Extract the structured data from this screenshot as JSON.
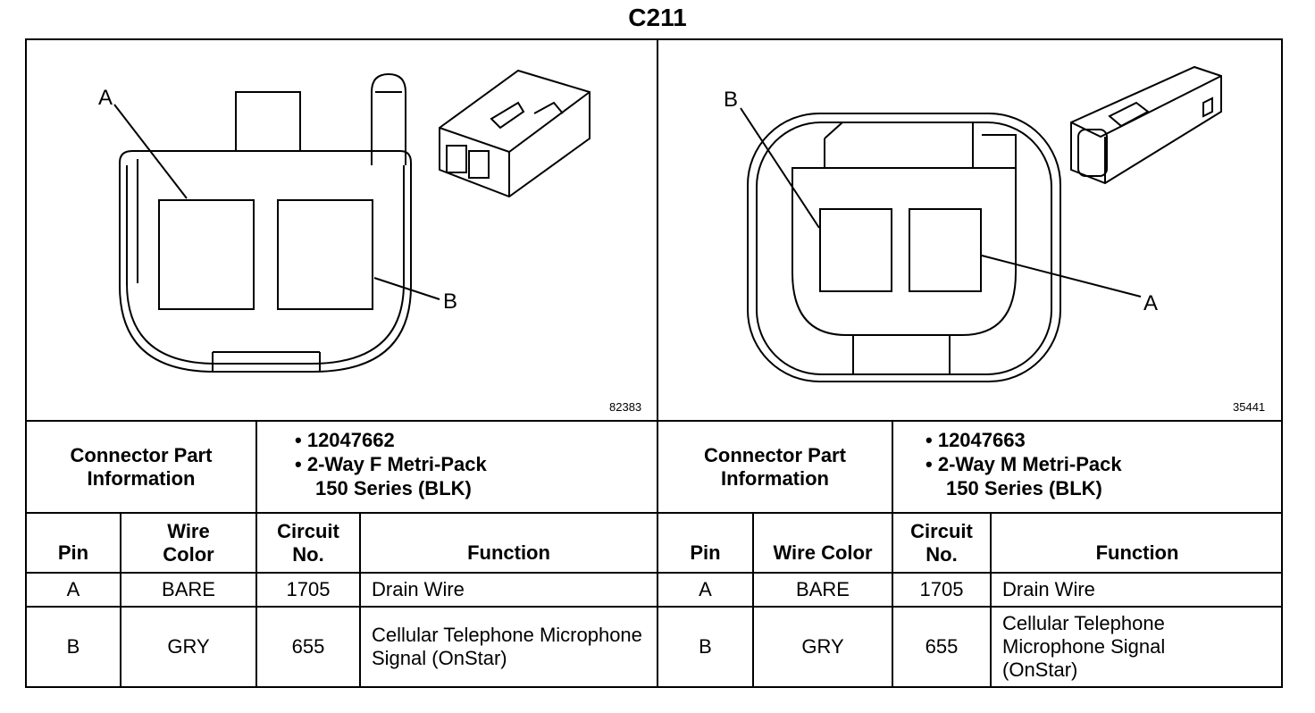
{
  "title": "C211",
  "left": {
    "figure_number": "82383",
    "pin_labels": {
      "a": "A",
      "b": "B"
    },
    "connector_header": "Connector Part Information",
    "part_number": "12047662",
    "description_line1": "2-Way F Metri-Pack",
    "description_line2": "150 Series (BLK)",
    "columns": {
      "pin": "Pin",
      "wire_color": "Wire Color",
      "circuit": "Circuit No.",
      "function": "Function"
    },
    "rows": [
      {
        "pin": "A",
        "wire_color": "BARE",
        "circuit": "1705",
        "function": "Drain Wire"
      },
      {
        "pin": "B",
        "wire_color": "GRY",
        "circuit": "655",
        "function": "Cellular Telephone Microphone Signal (OnStar)"
      }
    ]
  },
  "right": {
    "figure_number": "35441",
    "pin_labels": {
      "a": "A",
      "b": "B"
    },
    "connector_header": "Connector Part Information",
    "part_number": "12047663",
    "description_line1": "2-Way M Metri-Pack",
    "description_line2": "150 Series (BLK)",
    "columns": {
      "pin": "Pin",
      "wire_color": "Wire Color",
      "circuit": "Circuit No.",
      "function": "Function"
    },
    "rows": [
      {
        "pin": "A",
        "wire_color": "BARE",
        "circuit": "1705",
        "function": "Drain Wire"
      },
      {
        "pin": "B",
        "wire_color": "GRY",
        "circuit": "655",
        "function": "Cellular Telephone Microphone Signal (OnStar)"
      }
    ]
  }
}
